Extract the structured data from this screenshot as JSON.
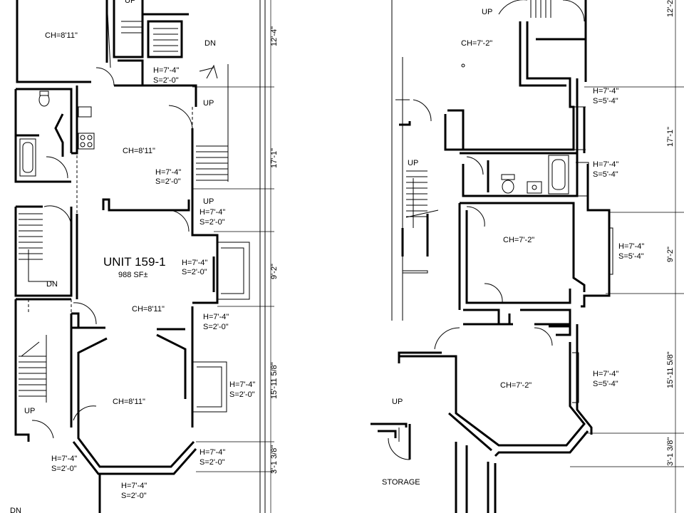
{
  "left_unit": {
    "unit_name": "UNIT 159-1",
    "area": "988 SF±",
    "rooms": [
      {
        "label": "CH=8'11\""
      },
      {
        "label": "CH=8'11\""
      },
      {
        "label": "CH=8'11\""
      },
      {
        "label": "CH=8'11\""
      }
    ],
    "stair_labels": [
      "UP",
      "DN",
      "UP",
      "UP",
      "DN",
      "UP",
      "DN"
    ],
    "window_notes": [
      {
        "h": "H=7'-4\"",
        "s": "S=2'-0\""
      },
      {
        "h": "H=7'-4\"",
        "s": "S=2'-0\""
      },
      {
        "h": "H=7'-4\"",
        "s": "S=2'-0\""
      },
      {
        "h": "H=7'-4\"",
        "s": "S=2'-0\""
      },
      {
        "h": "H=7'-4\"",
        "s": "S=2'-0\""
      },
      {
        "h": "H=7'-4\"",
        "s": "S=2'-0\""
      },
      {
        "h": "H=7'-4\"",
        "s": "S=2'-0\""
      },
      {
        "h": "H=7'-4\"",
        "s": "S=2'-0\""
      },
      {
        "h": "H=7'-4\"",
        "s": "S=2'-0\""
      }
    ],
    "dimensions": [
      "12'-4\"",
      "17'-1\"",
      "9'-2\"",
      "15'-11 5/8\"",
      "3'-1 3/8\""
    ]
  },
  "right_unit": {
    "rooms": [
      {
        "label": "CH=7'-2\""
      },
      {
        "label": "CH=7'-2\""
      },
      {
        "label": "CH=7'-2\""
      }
    ],
    "stair_labels": [
      "UP",
      "UP",
      "UP"
    ],
    "window_notes": [
      {
        "h": "H=7'-4\"",
        "s": "S=5'-4\""
      },
      {
        "h": "H=7'-4\"",
        "s": "S=5'-4\""
      },
      {
        "h": "H=7'-4\"",
        "s": "S=5'-4\""
      },
      {
        "h": "H=7'-4\"",
        "s": "S=5'-4\""
      }
    ],
    "storage_label": "STORAGE",
    "dimensions": [
      "12'-2\"",
      "17'-1\"",
      "9'-2\"",
      "15'-11 5/8\"",
      "3'-1 3/8\""
    ]
  }
}
